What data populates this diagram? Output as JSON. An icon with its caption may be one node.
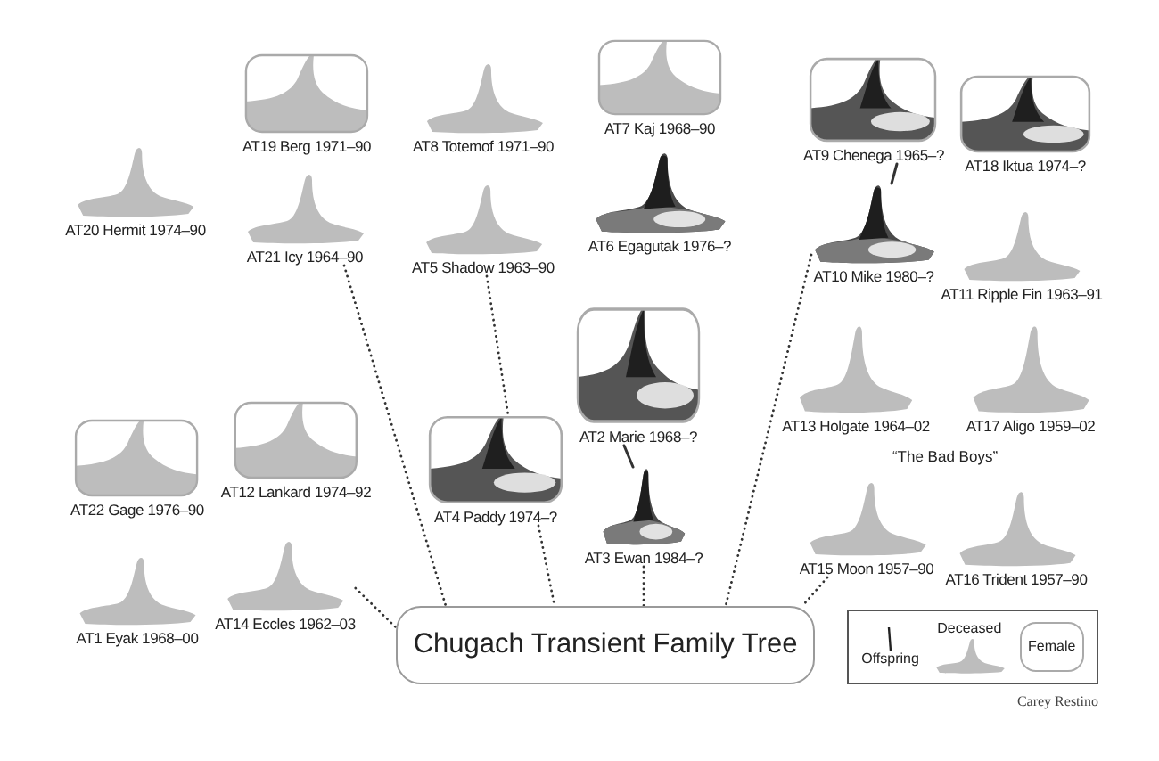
{
  "diagram": {
    "nodes": [
      {
        "text": [
          "AT19 Berg 1971–90"
        ]
      },
      {
        "text": [
          "AT8 Totemof 1971–90"
        ]
      },
      {
        "text": [
          "AT7 Kaj 1968–90"
        ]
      },
      {
        "text": [
          "AT9 Chenega 1965–?"
        ]
      },
      {
        "text": [
          "AT18 Iktua 1974–?"
        ]
      },
      {
        "text": [
          "AT20 Hermit 1974–90"
        ]
      },
      {
        "text": [
          "AT21 Icy 1964–90"
        ]
      },
      {
        "text": [
          "AT5 Shadow 1963–90"
        ]
      },
      {
        "text": [
          "AT6 Egagutak 1976–?"
        ]
      },
      {
        "text": [
          "AT10 Mike 1980–?"
        ]
      },
      {
        "text": [
          "AT11 Ripple Fin 1963–91"
        ]
      },
      {
        "text": [
          "AT13 Holgate 1964–02"
        ]
      },
      {
        "text": [
          "AT17 Aligo 1959–02"
        ]
      },
      {
        "text": [
          "AT2 Marie 1968–?"
        ]
      },
      {
        "text": [
          "AT22 Gage 1976–90"
        ]
      },
      {
        "text": [
          "AT12 Lankard 1974–92"
        ]
      },
      {
        "text": [
          "AT4 Paddy 1974–?"
        ]
      },
      {
        "text": [
          "AT3 Ewan 1984–?"
        ]
      },
      {
        "text": [
          "AT15 Moon 1957–90"
        ]
      },
      {
        "text": [
          "AT16 Trident 1957–90"
        ]
      },
      {
        "text": [
          "AT1 Eyak 1968–00"
        ]
      },
      {
        "text": [
          "AT14 Eccles 1962–03"
        ]
      },
      {
        "text": [
          "Chugach Transient Family Tree"
        ]
      }
    ],
    "edges": [
      {
        "from": 6,
        "to": 22,
        "arrow": "none",
        "style": "dashed"
      },
      {
        "from": 7,
        "to": 16,
        "arrow": "none",
        "style": "dashed"
      },
      {
        "from": 16,
        "to": 22,
        "arrow": "none",
        "style": "dashed"
      },
      {
        "from": 17,
        "to": 22,
        "arrow": "none",
        "style": "dashed"
      },
      {
        "from": 9,
        "to": 22,
        "arrow": "none",
        "style": "dashed"
      },
      {
        "from": 18,
        "to": 22,
        "arrow": "none",
        "style": "dashed"
      },
      {
        "from": 21,
        "to": 22,
        "arrow": "none",
        "style": "dashed"
      },
      {
        "from": 3,
        "to": 9,
        "arrow": "none"
      },
      {
        "from": 13,
        "to": 17,
        "arrow": "none"
      }
    ],
    "labels": [
      "“The Bad Boys”",
      "Carey Restino"
    ],
    "legend": [
      {
        "text": "Offspring"
      },
      {
        "text": "Deceased"
      },
      {
        "text": "Female"
      }
    ]
  }
}
